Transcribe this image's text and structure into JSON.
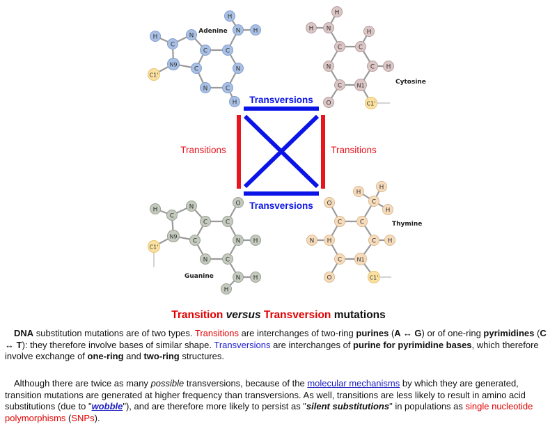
{
  "diagram": {
    "transversions_top": "Transversions",
    "transversions_bottom": "Transversions",
    "transitions_left": "Transitions",
    "transitions_right": "Transitions",
    "colors": {
      "transition": "#e8141e",
      "transversion": "#0a14e6"
    },
    "molecules": [
      {
        "name": "Adenine",
        "fill": "#a9c0e4",
        "stroke": "#7f9dcc",
        "atoms": [
          "H",
          "N",
          "H",
          "H",
          "C",
          "N",
          "C",
          "C",
          "N9",
          "C",
          "N",
          "C1'",
          "N",
          "C",
          "H"
        ]
      },
      {
        "name": "Cytosine",
        "fill": "#dcc6c6",
        "stroke": "#b49c9c",
        "atoms": [
          "H",
          "H",
          "N",
          "C",
          "C",
          "H",
          "N",
          "C",
          "H",
          "C",
          "N1",
          "O",
          "C1'"
        ]
      },
      {
        "name": "Guanine",
        "fill": "#c4cabe",
        "stroke": "#98a091",
        "atoms": [
          "H",
          "C",
          "N",
          "C",
          "C",
          "O",
          "N9",
          "C",
          "N",
          "H",
          "C1'",
          "N",
          "C",
          "N",
          "H",
          "H"
        ]
      },
      {
        "name": "Thymine",
        "fill": "#f7dcbc",
        "stroke": "#d8b890",
        "atoms": [
          "H",
          "H",
          "C",
          "H",
          "O",
          "C",
          "C",
          "H",
          "N",
          "C",
          "H",
          "C",
          "N1",
          "O",
          "C1'"
        ]
      }
    ]
  },
  "title": {
    "part1": "Transition",
    "part2": "versus",
    "part3": "Transversion",
    "part4": "mutations"
  },
  "para1": {
    "t1": "DNA",
    "t2": " substitution mutations are of two types. ",
    "t3": "Transitions",
    "t4": " are interchanges of two-ring ",
    "t5": "purines",
    "t6": " (",
    "t7": "A ↔ G",
    "t8": ") or of one-ring ",
    "t9": "pyrimidines",
    "t10": " (",
    "t11": "C ↔ T",
    "t12": "): they therefore involve bases of similar shape. ",
    "t13": "Transversions",
    "t14": " are interchanges of ",
    "t15": "purine for pyrimidine bases",
    "t16": ", which therefore involve exchange of ",
    "t17": "one-ring",
    "t18": " and ",
    "t19": "two-ring",
    "t20": " structures."
  },
  "para2": {
    "t1": "Although there are twice as many ",
    "t2": "possible",
    "t3": " transversions, because of the ",
    "link1": "molecular mechanisms",
    "t4": " by which they are generated, transition mutations are generated at higher frequency  than transversions. As well, transitions are less likely to result in amino acid substitutions (due to \"",
    "link2": "wobble",
    "t5": "\"), and are therefore more likely to persist as \"",
    "t6": "silent substitutions",
    "t7": "\" in populations as ",
    "t8": "single nucleotide polymorphisms",
    "t9": " (",
    "t10": "SNPs",
    "t11": ")."
  }
}
